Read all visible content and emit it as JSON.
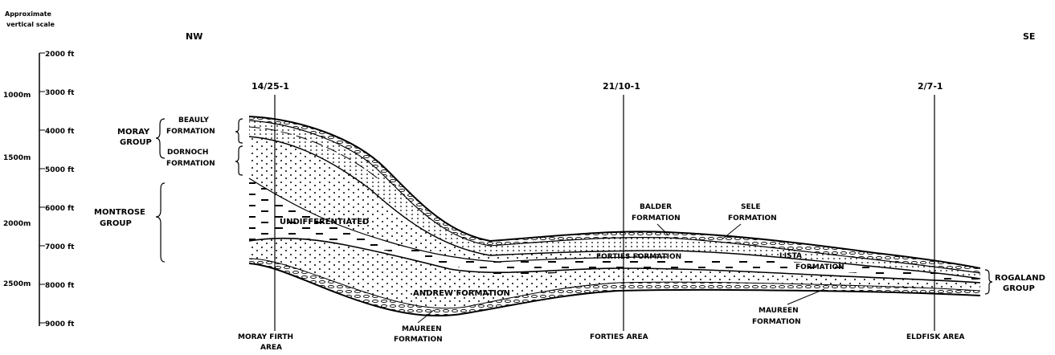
{
  "scale": {
    "title_line1": "Approximate",
    "title_line2": "vertical scale",
    "feet": [
      "2000 ft",
      "3000 ft",
      "4000 ft",
      "5000 ft",
      "6000 ft",
      "7000 ft",
      "8000 ft",
      "9000 ft"
    ],
    "metres": [
      "1000m",
      "1500m",
      "2000m",
      "2500m"
    ]
  },
  "directions": {
    "nw": "NW",
    "se": "SE"
  },
  "wells": [
    {
      "label": "14/25-1"
    },
    {
      "label": "21/10-1"
    },
    {
      "label": "2/7-1"
    }
  ],
  "groups": {
    "moray_1": "MORAY",
    "moray_2": "GROUP",
    "montrose_1": "MONTROSE",
    "montrose_2": "GROUP",
    "rogaland_1": "ROGALAND",
    "rogaland_2": "GROUP"
  },
  "formations": {
    "beauly_1": "BEAULY",
    "beauly_2": "FORMATION",
    "dornoch_1": "DORNOCH",
    "dornoch_2": "FORMATION",
    "undifferentiated": "UNDIFFERENTIATED",
    "balder_1": "BALDER",
    "balder_2": "FORMATION",
    "sele_1": "SELE",
    "sele_2": "FORMATION",
    "forties": "FORTIES FORMATION",
    "lista_1": "LISTA",
    "lista_2": "FORMATION",
    "andrew": "ANDREW FORMATION",
    "maureen_left_1": "MAUREEN",
    "maureen_left_2": "FORMATION",
    "maureen_right_1": "MAUREEN",
    "maureen_right_2": "FORMATION"
  },
  "areas": {
    "moray_firth_1": "MORAY FIRTH",
    "moray_firth_2": "AREA",
    "forties": "FORTIES AREA",
    "eldfisk": "ELDFISK AREA"
  }
}
